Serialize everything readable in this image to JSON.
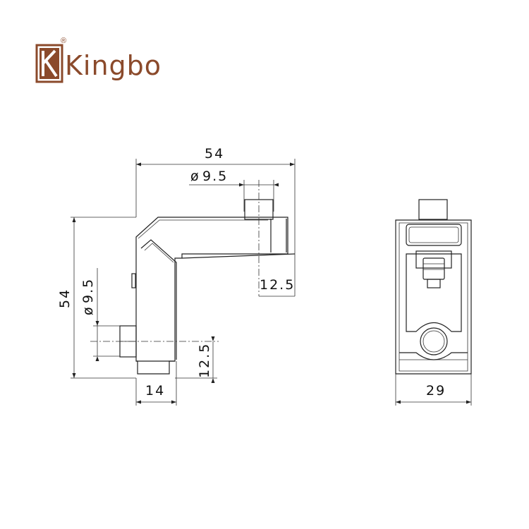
{
  "brand": {
    "logo_letter": "K",
    "name": "Kingbo",
    "registered": "®",
    "color": "#8b4a2b"
  },
  "side_view": {
    "top_width": "54",
    "top_hole_diameter": "9.5",
    "height": "54",
    "side_hole_diameter": "9.5",
    "top_offset": "12.5",
    "side_offset": "12.5",
    "bottom_width": "14"
  },
  "front_view": {
    "width": "29"
  },
  "symbols": {
    "diameter": "ø"
  }
}
